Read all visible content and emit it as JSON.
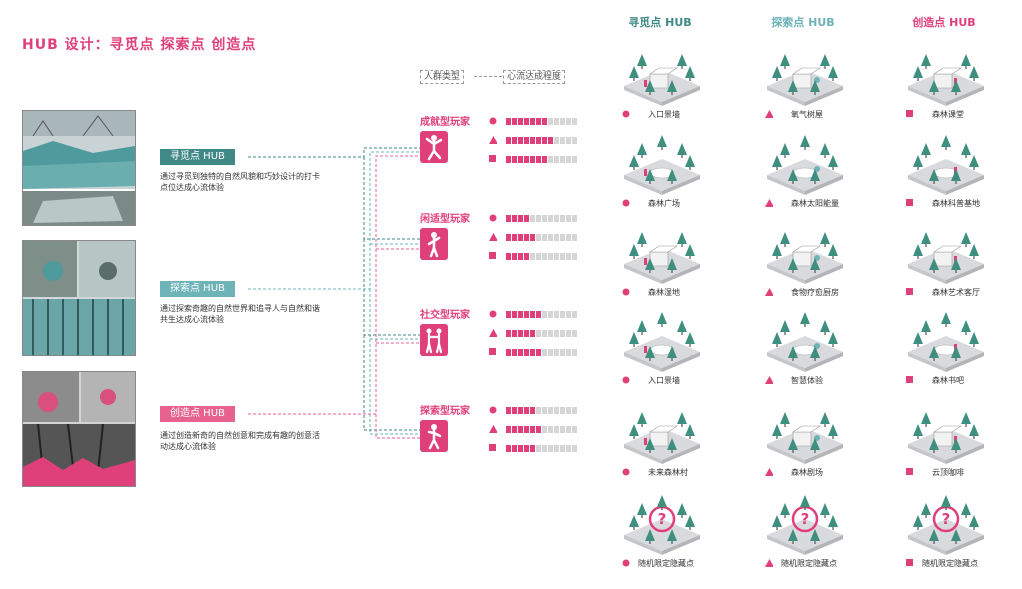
{
  "title": "HUB 设计：寻觅点 探索点 创造点",
  "legend": {
    "crowd": "人群类型",
    "flow": "心流达成程度"
  },
  "colors": {
    "pink": "#e0407a",
    "teal": "#3f8a86",
    "tealLight": "#6db3b8",
    "pinkLight": "#e8628f",
    "tree": "#3f8f80",
    "ground": "#d9dadd"
  },
  "hubs": [
    {
      "label": "寻觅点 HUB",
      "desc": "通过寻觅到独特的自然风貌和巧妙设计的打卡点位达成心流体验",
      "color": "#3f8a86"
    },
    {
      "label": "探索点 HUB",
      "desc": "通过探索奇趣的自然世界和追寻人与自然和谐共生达成心流体验",
      "color": "#6db3b8"
    },
    {
      "label": "创造点 HUB",
      "desc": "通过创造新奇的自然创意和完成有趣的创意活动达成心流体验",
      "color": "#e8628f"
    }
  ],
  "players": [
    {
      "name": "成就型玩家",
      "levels": [
        0.6,
        0.7,
        0.6
      ]
    },
    {
      "name": "闲适型玩家",
      "levels": [
        0.3,
        0.4,
        0.3
      ]
    },
    {
      "name": "社交型玩家",
      "levels": [
        0.5,
        0.4,
        0.5
      ]
    },
    {
      "name": "探索型玩家",
      "levels": [
        0.4,
        0.5,
        0.4
      ]
    }
  ],
  "columns": [
    {
      "title": "寻觅点 HUB",
      "color": "#3f8a86",
      "items": [
        "入口景墙",
        "森林广场",
        "森林湿地",
        "入口景墙",
        "未来森林村",
        "随机限定隐藏点"
      ]
    },
    {
      "title": "探索点 HUB",
      "color": "#6db3b8",
      "items": [
        "氧气树屋",
        "森林太阳能量",
        "食物疗愈厨房",
        "智慧体验",
        "森林剧场",
        "随机限定隐藏点"
      ]
    },
    {
      "title": "创造点 HUB",
      "color": "#e0407a",
      "items": [
        "森林课堂",
        "森林科普基地",
        "森林艺术客厅",
        "森林书吧",
        "云顶咖啡",
        "随机限定隐藏点"
      ]
    }
  ]
}
